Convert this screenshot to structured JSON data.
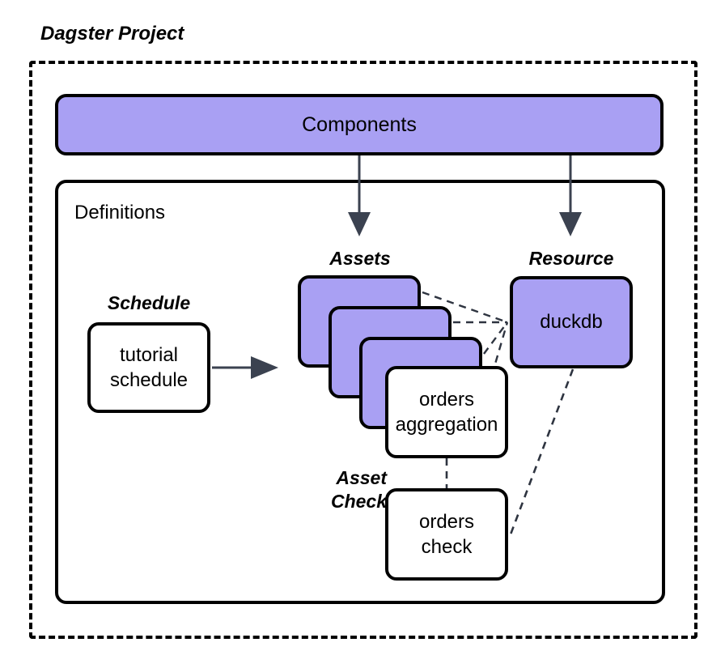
{
  "diagram": {
    "title": "Dagster Project",
    "accent_purple": "#a9a0f3",
    "stroke": "#000000",
    "arrow_color": "#3b4250",
    "components": {
      "label": "Components"
    },
    "definitions": {
      "label": "Definitions"
    },
    "captions": {
      "assets": "Assets",
      "resource": "Resource",
      "schedule": "Schedule",
      "asset_check": "Asset\nCheck",
      "asset_check_line1": "Asset",
      "asset_check_line2": "Check"
    },
    "nodes": {
      "schedule": {
        "line1": "tutorial",
        "line2": "schedule"
      },
      "asset_stack": [
        {
          "label": ""
        },
        {
          "label": ""
        },
        {
          "label": ""
        }
      ],
      "asset_named": {
        "line1": "orders",
        "line2": "aggregation"
      },
      "resource": {
        "label": "duckdb"
      },
      "asset_check": {
        "line1": "orders",
        "line2": "check"
      }
    },
    "edges": [
      {
        "from": "components",
        "to": "assets",
        "style": "solid-arrow"
      },
      {
        "from": "components",
        "to": "resource",
        "style": "solid-arrow"
      },
      {
        "from": "schedule",
        "to": "assets",
        "style": "solid-arrow"
      },
      {
        "from": "asset-card-1",
        "to": "duckdb",
        "style": "dashed"
      },
      {
        "from": "asset-card-2",
        "to": "duckdb",
        "style": "dashed"
      },
      {
        "from": "asset-card-3",
        "to": "duckdb",
        "style": "dashed"
      },
      {
        "from": "orders-aggregation",
        "to": "duckdb",
        "style": "dashed"
      },
      {
        "from": "orders-aggregation",
        "to": "orders-check",
        "style": "dashed"
      },
      {
        "from": "duckdb",
        "to": "orders-check",
        "style": "dashed"
      }
    ]
  }
}
